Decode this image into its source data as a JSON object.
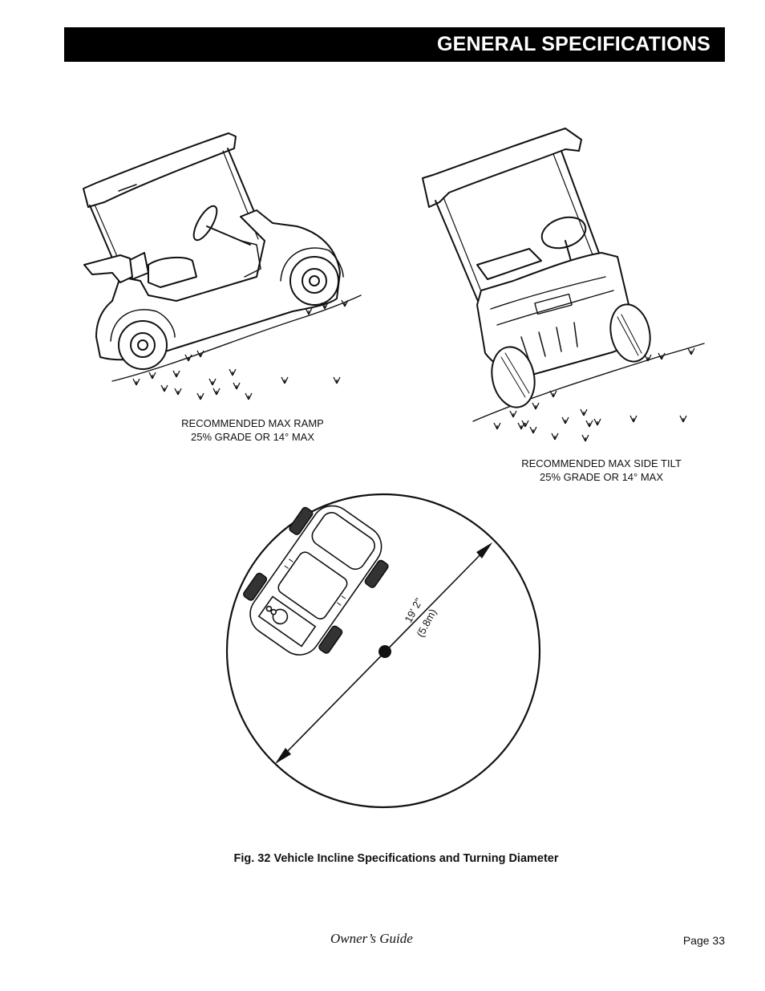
{
  "header": {
    "title": "GENERAL SPECIFICATIONS"
  },
  "labels": {
    "ramp": {
      "line1": "RECOMMENDED MAX RAMP",
      "line2": "25% GRADE OR 14°  MAX"
    },
    "side_tilt": {
      "line1": "RECOMMENDED MAX SIDE TILT",
      "line2": "25% GRADE OR 14°  MAX"
    }
  },
  "turning": {
    "imperial": "19' 2\"",
    "metric": "(5.8m)"
  },
  "caption": "Fig. 32  Vehicle Incline Specifications and Turning Diameter",
  "footer": {
    "guide": "Owner’s Guide",
    "page": "Page 33"
  }
}
